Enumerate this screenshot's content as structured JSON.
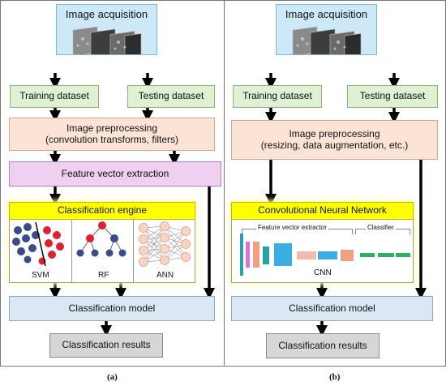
{
  "panel_a": {
    "acquisition": "Image acquisition",
    "training": "Training dataset",
    "testing": "Testing dataset",
    "preprocess_line1": "Image preprocessing",
    "preprocess_line2": "(convolution transforms, filters)",
    "feature": "Feature vector extraction",
    "engine": "Classification engine",
    "svm": "SVM",
    "rf": "RF",
    "ann": "ANN",
    "model": "Classification model",
    "results": "Classification results",
    "label": "(a)"
  },
  "panel_b": {
    "acquisition": "Image acquisition",
    "training": "Training dataset",
    "testing": "Testing dataset",
    "preprocess_line1": "Image preprocessing",
    "preprocess_line2": "(resizing, data augmentation, etc.)",
    "cnn_title": "Convolutional Neural Network",
    "feature_extractor": "Feature vector extractor",
    "classifier": "Classifier",
    "cnn": "CNN",
    "model": "Classification model",
    "results": "Classification results",
    "label": "(b)"
  },
  "colors": {
    "dataset_box": "#dff0d3",
    "preprocess_box": "#fbe3d6",
    "feature_box": "#f0d0f0",
    "engine_title": "#ffff00",
    "model_box": "#dbe8f4",
    "results_box": "#d6d6d6",
    "acquisition_box": "#cde8f7"
  },
  "icons": [
    "mri-image-stack-icon",
    "svm-scatter-icon",
    "random-forest-tree-icon",
    "neural-network-icon",
    "cnn-architecture-icon"
  ]
}
